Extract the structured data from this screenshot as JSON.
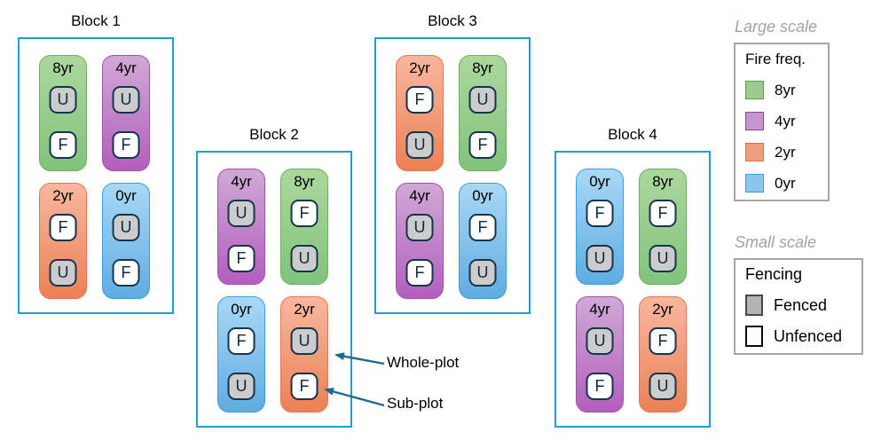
{
  "colors": {
    "block_border": "#1e9fd4",
    "arrow": "#20688f",
    "fire_8yr": "#82c37c",
    "fire_4yr": "#b35ebd",
    "fire_2yr": "#ec8155",
    "fire_0yr": "#60ace2",
    "fenced_fill": "#cccccc",
    "unfenced_fill": "#ffffff",
    "legend_heading_text": "#a3a3a3"
  },
  "blocks": [
    {
      "title": "Block 1",
      "plots": [
        {
          "fire": "8yr",
          "subplots": [
            {
              "label": "U",
              "fill": "gray"
            },
            {
              "label": "F",
              "fill": "white"
            }
          ]
        },
        {
          "fire": "4yr",
          "subplots": [
            {
              "label": "U",
              "fill": "gray"
            },
            {
              "label": "F",
              "fill": "white"
            }
          ]
        },
        {
          "fire": "2yr",
          "subplots": [
            {
              "label": "F",
              "fill": "white"
            },
            {
              "label": "U",
              "fill": "gray"
            }
          ]
        },
        {
          "fire": "0yr",
          "subplots": [
            {
              "label": "U",
              "fill": "gray"
            },
            {
              "label": "F",
              "fill": "white"
            }
          ]
        }
      ]
    },
    {
      "title": "Block 2",
      "plots": [
        {
          "fire": "4yr",
          "subplots": [
            {
              "label": "U",
              "fill": "gray"
            },
            {
              "label": "F",
              "fill": "white"
            }
          ]
        },
        {
          "fire": "8yr",
          "subplots": [
            {
              "label": "F",
              "fill": "white"
            },
            {
              "label": "U",
              "fill": "gray"
            }
          ]
        },
        {
          "fire": "0yr",
          "subplots": [
            {
              "label": "F",
              "fill": "white"
            },
            {
              "label": "U",
              "fill": "gray"
            }
          ]
        },
        {
          "fire": "2yr",
          "subplots": [
            {
              "label": "U",
              "fill": "gray"
            },
            {
              "label": "F",
              "fill": "white"
            }
          ]
        }
      ]
    },
    {
      "title": "Block 3",
      "plots": [
        {
          "fire": "2yr",
          "subplots": [
            {
              "label": "F",
              "fill": "white"
            },
            {
              "label": "U",
              "fill": "gray"
            }
          ]
        },
        {
          "fire": "8yr",
          "subplots": [
            {
              "label": "U",
              "fill": "gray"
            },
            {
              "label": "F",
              "fill": "white"
            }
          ]
        },
        {
          "fire": "4yr",
          "subplots": [
            {
              "label": "U",
              "fill": "gray"
            },
            {
              "label": "F",
              "fill": "white"
            }
          ]
        },
        {
          "fire": "0yr",
          "subplots": [
            {
              "label": "F",
              "fill": "white"
            },
            {
              "label": "U",
              "fill": "gray"
            }
          ]
        }
      ]
    },
    {
      "title": "Block 4",
      "plots": [
        {
          "fire": "0yr",
          "subplots": [
            {
              "label": "F",
              "fill": "white"
            },
            {
              "label": "U",
              "fill": "gray"
            }
          ]
        },
        {
          "fire": "8yr",
          "subplots": [
            {
              "label": "F",
              "fill": "white"
            },
            {
              "label": "U",
              "fill": "gray"
            }
          ]
        },
        {
          "fire": "4yr",
          "subplots": [
            {
              "label": "U",
              "fill": "gray"
            },
            {
              "label": "F",
              "fill": "white"
            }
          ]
        },
        {
          "fire": "2yr",
          "subplots": [
            {
              "label": "F",
              "fill": "white"
            },
            {
              "label": "U",
              "fill": "gray"
            }
          ]
        }
      ]
    }
  ],
  "legend_large": {
    "heading": "Large scale",
    "title": "Fire freq.",
    "items": [
      {
        "label": "8yr",
        "color": "#9ccb8e"
      },
      {
        "label": "4yr",
        "color": "#c795cd"
      },
      {
        "label": "2yr",
        "color": "#f09d7f"
      },
      {
        "label": "0yr",
        "color": "#8ac6ee"
      }
    ]
  },
  "legend_small": {
    "heading": "Small scale",
    "title": "Fencing",
    "items": [
      {
        "label": "Fenced",
        "fill": "gray"
      },
      {
        "label": "Unfenced",
        "fill": "white"
      }
    ]
  },
  "annotations": {
    "whole_plot": "Whole-plot",
    "sub_plot": "Sub-plot"
  }
}
